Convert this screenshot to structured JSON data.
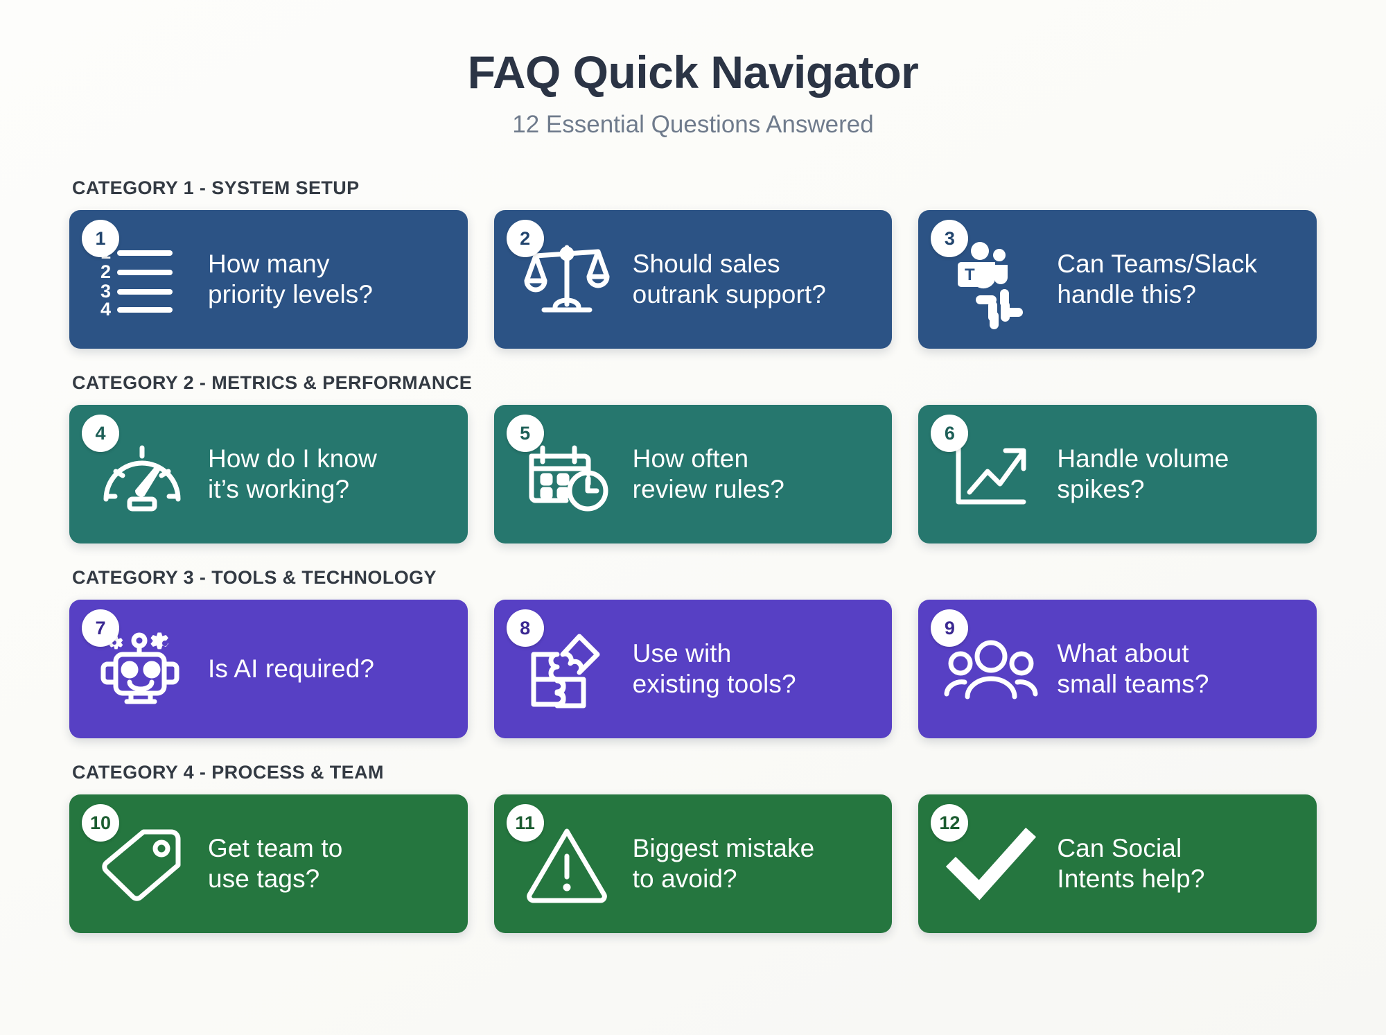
{
  "header": {
    "title": "FAQ Quick Navigator",
    "subtitle": "12 Essential Questions Answered"
  },
  "colors": {
    "background": "#fbfbf9",
    "title_text": "#2b3445",
    "subtitle_text": "#6f7b8c",
    "category_text": "#333a43",
    "card_blue": "#2c5385",
    "card_teal": "#26776e",
    "card_purple": "#5740c4",
    "card_green": "#25763f",
    "badge_background": "#ffffff",
    "card_text": "#ffffff"
  },
  "categories": [
    {
      "label": "CATEGORY 1 - SYSTEM SETUP",
      "theme": "blue",
      "cards": [
        {
          "number": "1",
          "icon": "numbered-list-icon",
          "line1": "How many",
          "line2": "priority levels?"
        },
        {
          "number": "2",
          "icon": "balance-scales-icon",
          "line1": "Should sales",
          "line2": "outrank support?"
        },
        {
          "number": "3",
          "icon": "teams-slack-icon",
          "line1": "Can Teams/Slack",
          "line2": "handle this?"
        }
      ]
    },
    {
      "label": "CATEGORY 2 - METRICS & PERFORMANCE",
      "theme": "teal",
      "cards": [
        {
          "number": "4",
          "icon": "gauge-icon",
          "line1": "How do I know",
          "line2": "it’s working?"
        },
        {
          "number": "5",
          "icon": "calendar-clock-icon",
          "line1": "How often",
          "line2": "review rules?"
        },
        {
          "number": "6",
          "icon": "trending-up-icon",
          "line1": "Handle volume",
          "line2": "spikes?"
        }
      ]
    },
    {
      "label": "CATEGORY 3 - TOOLS & TECHNOLOGY",
      "theme": "purple",
      "cards": [
        {
          "number": "7",
          "icon": "robot-gears-icon",
          "line1": "Is AI required?",
          "line2": ""
        },
        {
          "number": "8",
          "icon": "puzzle-icon",
          "line1": "Use with",
          "line2": "existing tools?"
        },
        {
          "number": "9",
          "icon": "people-group-icon",
          "line1": "What about",
          "line2": "small teams?"
        }
      ]
    },
    {
      "label": "CATEGORY 4 - PROCESS & TEAM",
      "theme": "green",
      "cards": [
        {
          "number": "10",
          "icon": "tag-icon",
          "line1": "Get team to",
          "line2": "use tags?"
        },
        {
          "number": "11",
          "icon": "warning-triangle-icon",
          "line1": "Biggest mistake",
          "line2": "to avoid?"
        },
        {
          "number": "12",
          "icon": "checkmark-icon",
          "line1": "Can Social",
          "line2": "Intents help?"
        }
      ]
    }
  ]
}
